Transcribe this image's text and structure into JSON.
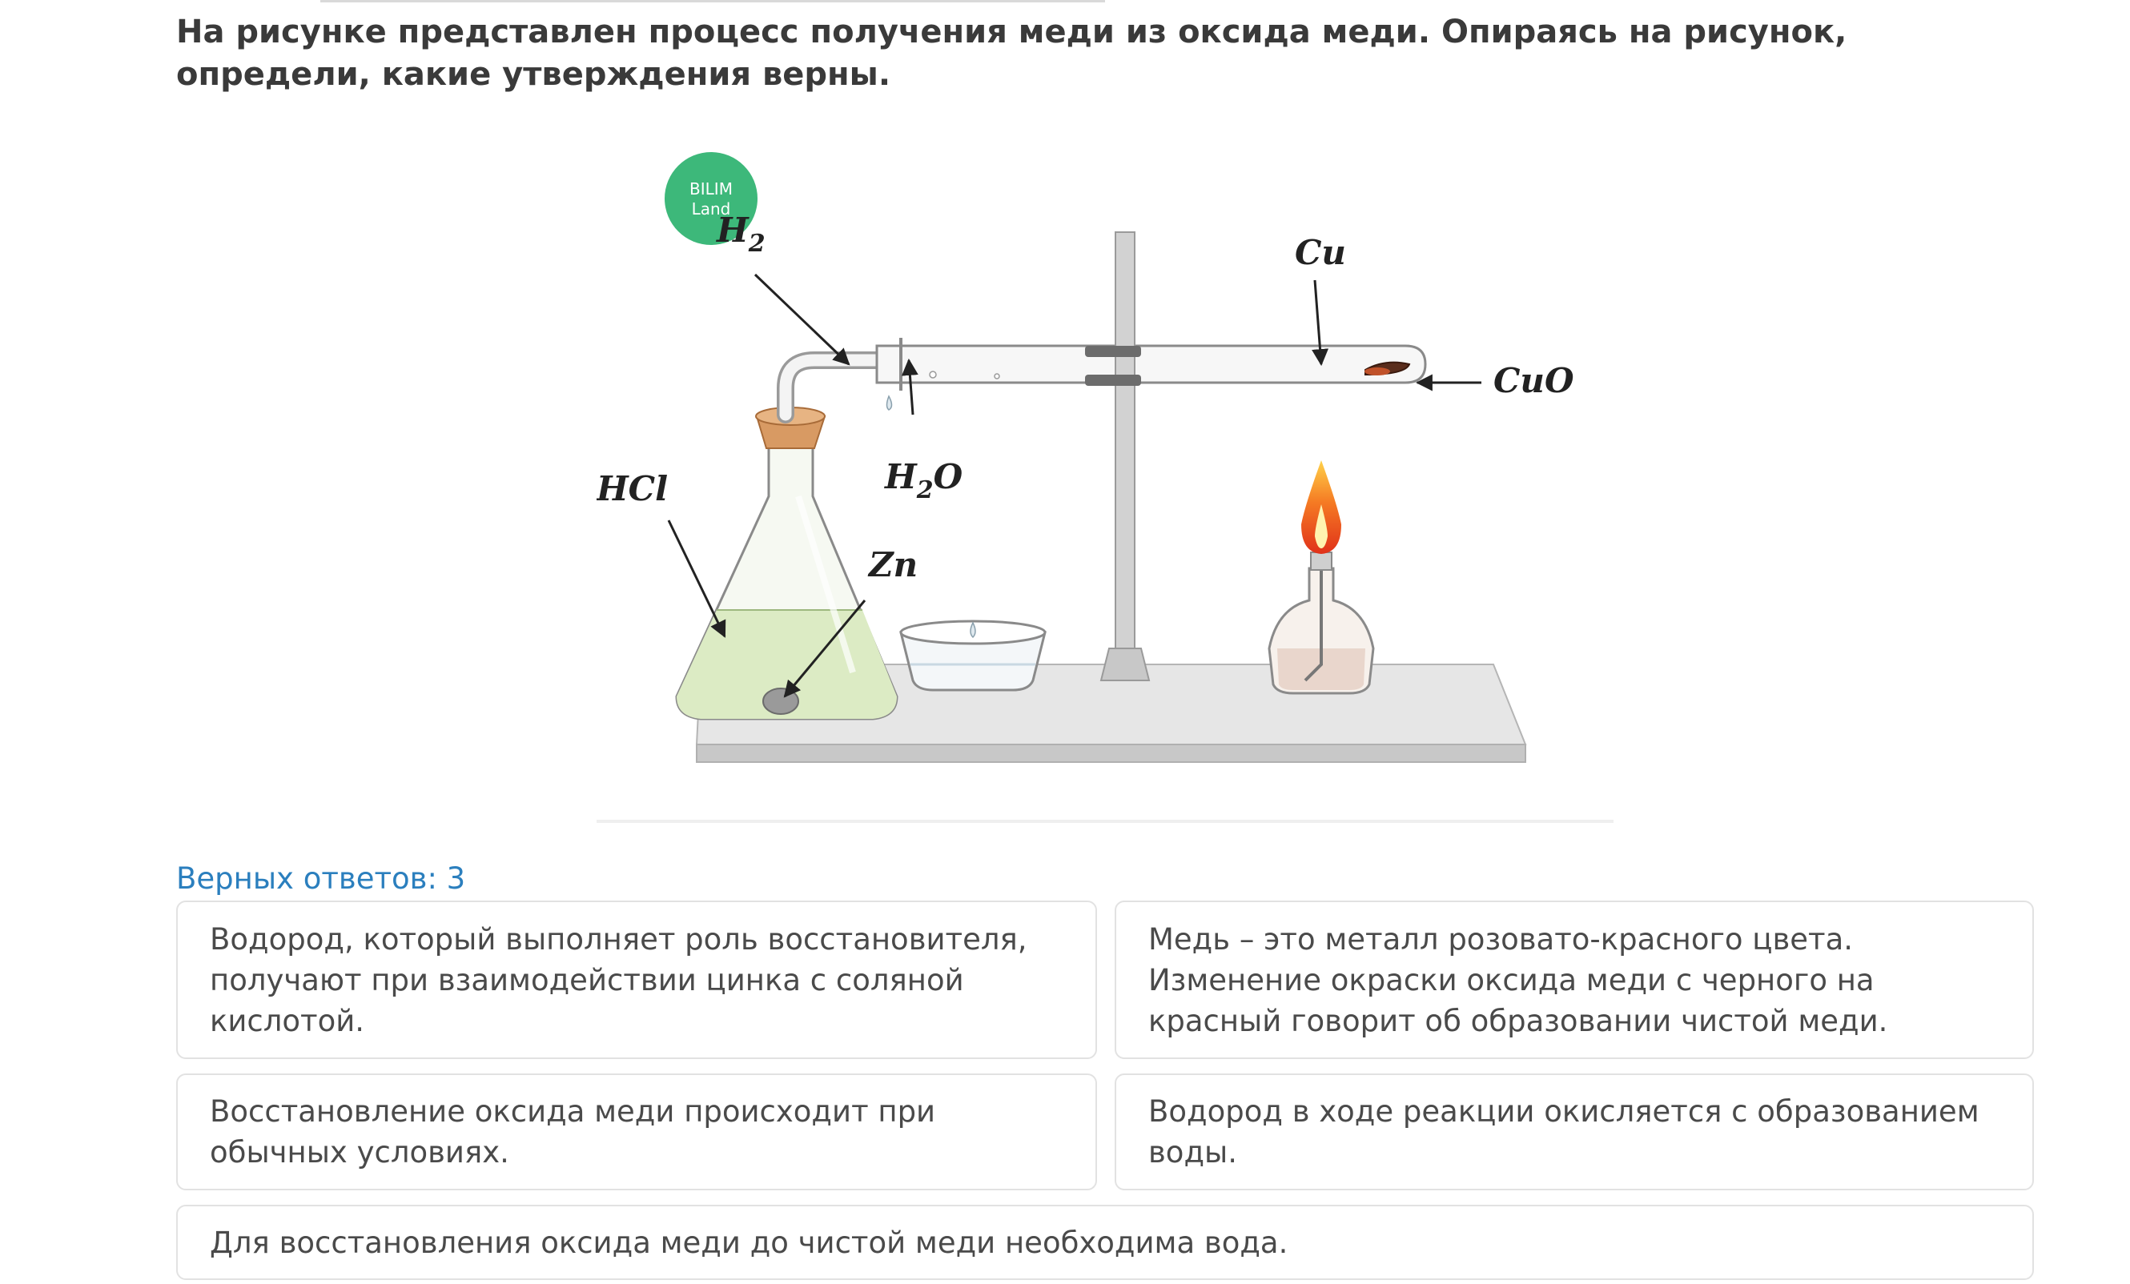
{
  "question": {
    "text": "На рисунке представлен процесс получения меди из оксида меди. Опираясь на рисунок, определи, какие утверждения верны."
  },
  "figure": {
    "logo": {
      "line1": "BILIM",
      "line2": "Land",
      "color": "#3db87a"
    },
    "labels": {
      "h2": {
        "main": "H",
        "sub": "2"
      },
      "cu": "Cu",
      "cuo": "CuO",
      "h2o": {
        "main": "H",
        "sub": "2",
        "tail": "O"
      },
      "hcl": "HCl",
      "zn": "Zn"
    },
    "colors": {
      "solution": "#dcebc4",
      "stopper": "#d89a63",
      "flame": "#f2531e",
      "board": "#e6e6e6",
      "glass_stroke": "#8a8a8a"
    }
  },
  "answers": {
    "count_label": "Верных ответов: 3",
    "options": [
      {
        "text": "Водород, который выполняет роль восстановителя, получают при взаимодействии цинка с соляной кислотой."
      },
      {
        "text": "Медь – это металл розовато-красного цвета. Изменение окраски оксида меди с черного на красный говорит об образовании чистой меди."
      },
      {
        "text": "Восстановление оксида меди происходит при обычных условиях."
      },
      {
        "text": "Водород в ходе реакции окисляется с образованием воды."
      },
      {
        "text": "Для восстановления оксида меди до чистой меди необходима вода."
      }
    ]
  }
}
